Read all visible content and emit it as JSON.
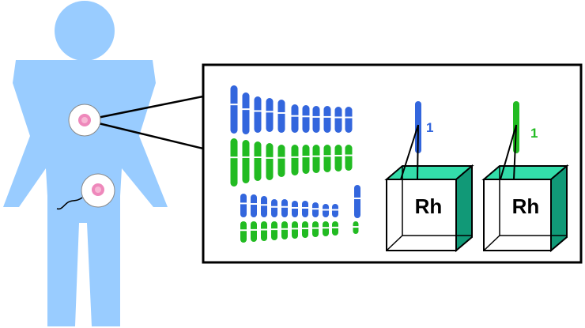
{
  "colors": {
    "body": "#99ccff",
    "cell_fill": "#ffffff",
    "nucleus": "#ee88bb",
    "maternal": "#3366dd",
    "paternal": "#22bb22",
    "box_face": "#33ddaa",
    "box_side": "#119977"
  },
  "icons": [
    "human-silhouette",
    "cell",
    "sperm-cell",
    "chromosome",
    "gene-box"
  ],
  "boxes": [
    {
      "label": "Rh",
      "chromosome_label": "1",
      "chromosome_color": "maternal"
    },
    {
      "label": "Rh",
      "chromosome_label": "1",
      "chromosome_color": "paternal"
    }
  ]
}
